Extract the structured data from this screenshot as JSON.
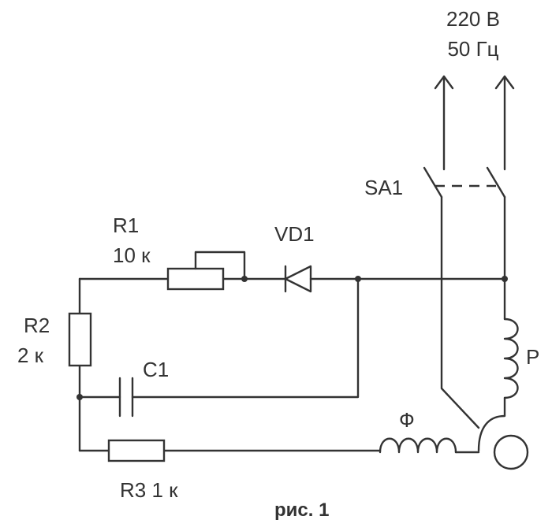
{
  "supply": {
    "voltage": "220 В",
    "frequency": "50 Гц"
  },
  "components": {
    "r1": {
      "name": "R1",
      "value": "10 к"
    },
    "vd1": {
      "name": "VD1"
    },
    "r2": {
      "name": "R2",
      "value": "2 к"
    },
    "c1": {
      "name": "C1"
    },
    "r3": {
      "label": "R3 1 к"
    },
    "sa1": {
      "name": "SA1"
    },
    "relay": {
      "name": "P"
    },
    "phase": {
      "name": "Ф"
    }
  },
  "caption": "рис. 1"
}
